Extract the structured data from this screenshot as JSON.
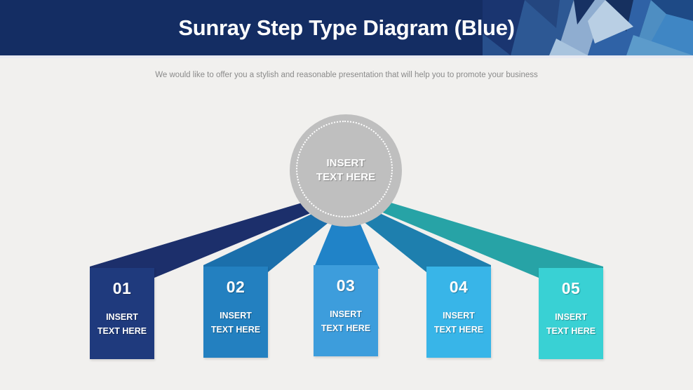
{
  "header": {
    "title": "Sunray Step Type Diagram (Blue)",
    "bg_color": "#142d63",
    "accent_colors": [
      "#1b3a73",
      "#2e5e9e",
      "#4a82bd",
      "#7ba3cd",
      "#a8c3de",
      "#16306a"
    ]
  },
  "subtitle": "We would like to offer you a stylish and reasonable presentation that will help you to promote your business",
  "background_color": "#f1f0ee",
  "center": {
    "label": "INSERT\nTEXT HERE",
    "fill_color": "#bfbfbf",
    "ring_color": "#ffffff"
  },
  "steps": [
    {
      "number": "01",
      "label": "INSERT\nTEXT HERE",
      "box_color": "#1f3a7d",
      "ray_color": "#1c2f6b"
    },
    {
      "number": "02",
      "label": "INSERT\nTEXT HERE",
      "box_color": "#2380c0",
      "ray_color": "#1b6fab"
    },
    {
      "number": "03",
      "label": "INSERT\nTEXT HERE",
      "box_color": "#3d9ddc",
      "ray_color": "#2083c8"
    },
    {
      "number": "04",
      "label": "INSERT\nTEXT HERE",
      "box_color": "#38b5e8",
      "ray_color": "#1e7fae"
    },
    {
      "number": "05",
      "label": "INSERT\nTEXT HERE",
      "box_color": "#39d1d4",
      "ray_color": "#27a3a6"
    }
  ]
}
